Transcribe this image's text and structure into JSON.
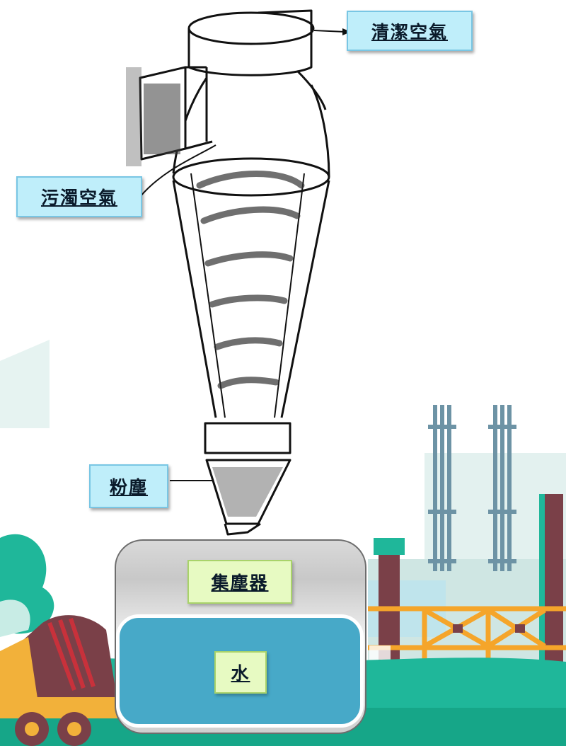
{
  "labels": {
    "clean_air": "清潔空氣",
    "dirty_air": "污濁空氣",
    "dust": "粉塵",
    "collector": "集塵器",
    "water": "水"
  },
  "colors": {
    "ground": "#1fb79a",
    "chimney_blue": "#6d93a5",
    "chimney_brick": "#7a4048",
    "pipe_orange": "#f5a52a",
    "water": "#47a9c8",
    "label_blue_bg": "#bfeefa",
    "label_green_bg": "#e7fac2"
  },
  "icons": [
    "cyclone-separator",
    "factory-chimney",
    "cement-mixer-truck",
    "tree"
  ]
}
